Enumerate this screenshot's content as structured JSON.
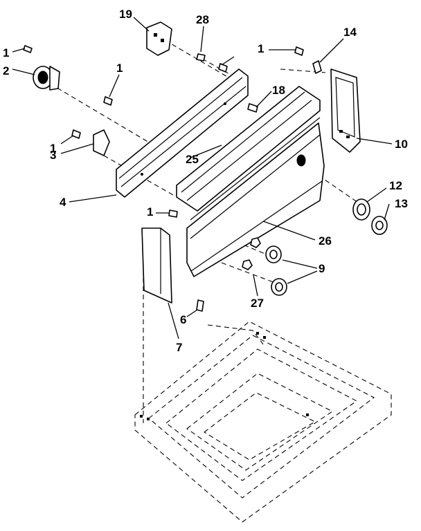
{
  "diagram": {
    "callouts": [
      {
        "label": "1"
      },
      {
        "label": "2"
      },
      {
        "label": "1"
      },
      {
        "label": "19"
      },
      {
        "label": "28"
      },
      {
        "label": "1"
      },
      {
        "label": "14"
      },
      {
        "label": "18"
      },
      {
        "label": "10"
      },
      {
        "label": "1"
      },
      {
        "label": "3"
      },
      {
        "label": "25"
      },
      {
        "label": "12"
      },
      {
        "label": "13"
      },
      {
        "label": "4"
      },
      {
        "label": "1"
      },
      {
        "label": "26"
      },
      {
        "label": "9"
      },
      {
        "label": "27"
      },
      {
        "label": "6"
      },
      {
        "label": "7"
      }
    ]
  }
}
